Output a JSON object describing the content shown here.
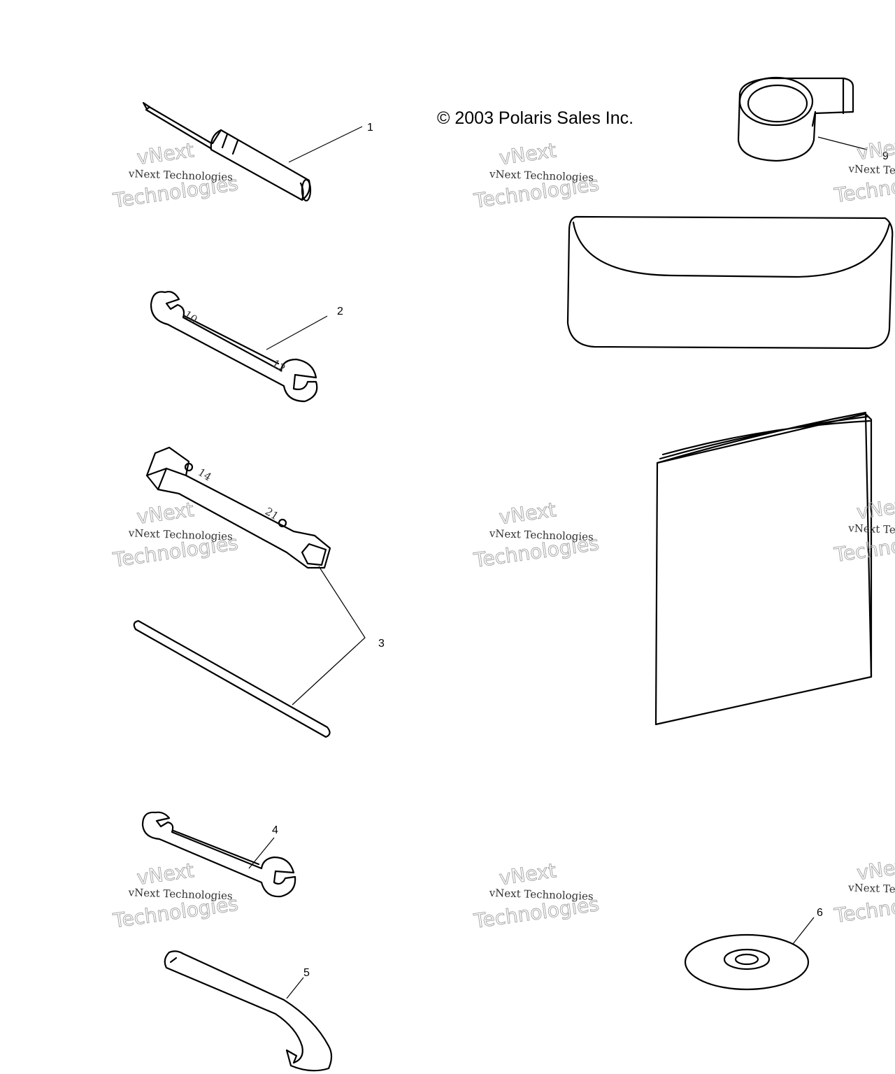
{
  "copyright": "© 2003 Polaris Sales Inc.",
  "watermark": {
    "small": "vNext Technologies",
    "big_top": "vNext",
    "big_bottom": "Technologies"
  },
  "callouts": {
    "c1": "1",
    "c2": "2",
    "c3": "3",
    "c4": "4",
    "c5": "5",
    "c6": "6",
    "c9": "9"
  },
  "tool_markings": {
    "wrench_small": "10",
    "wrench_large": "12",
    "tube_top": "14",
    "tube_bottom": "21"
  }
}
